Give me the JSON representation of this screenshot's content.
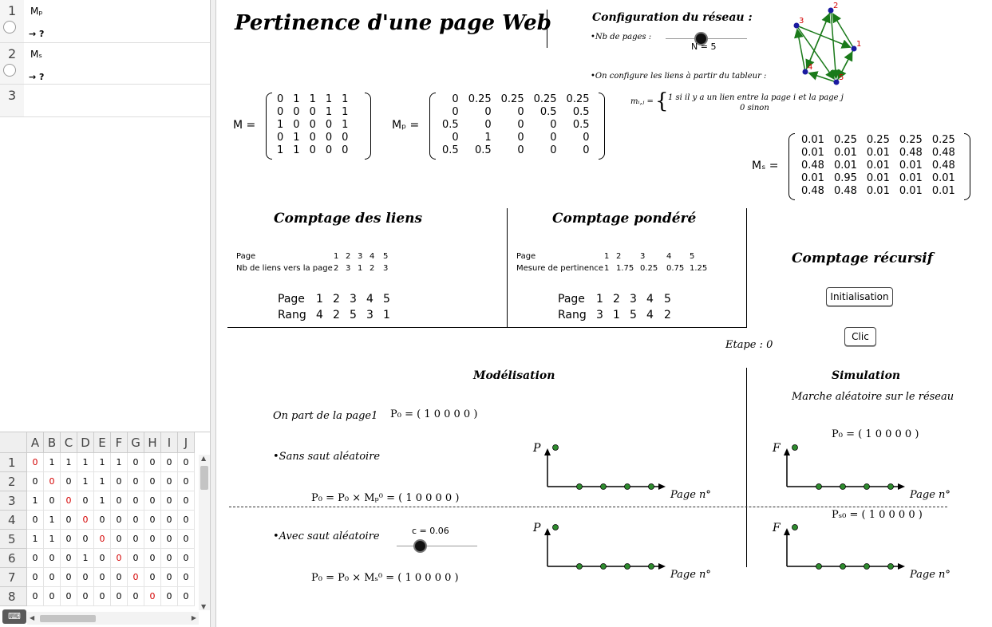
{
  "algebra": {
    "rows": [
      {
        "num": "1",
        "name": "Mₚ",
        "value": "→ ?"
      },
      {
        "num": "2",
        "name": "Mₛ",
        "value": "→ ?"
      },
      {
        "num": "3",
        "name": "",
        "value": ""
      }
    ]
  },
  "spreadsheet": {
    "columns": [
      "A",
      "B",
      "C",
      "D",
      "E",
      "F",
      "G",
      "H",
      "I",
      "J"
    ],
    "rows": [
      {
        "num": "1",
        "cells": [
          "0",
          "1",
          "1",
          "1",
          "1",
          "1",
          "0",
          "0",
          "0",
          "0"
        ],
        "red": [
          0
        ]
      },
      {
        "num": "2",
        "cells": [
          "0",
          "0",
          "0",
          "1",
          "1",
          "0",
          "0",
          "0",
          "0",
          "0"
        ],
        "red": [
          1
        ]
      },
      {
        "num": "3",
        "cells": [
          "1",
          "0",
          "0",
          "0",
          "1",
          "0",
          "0",
          "0",
          "0",
          "0"
        ],
        "red": [
          2
        ]
      },
      {
        "num": "4",
        "cells": [
          "0",
          "1",
          "0",
          "0",
          "0",
          "0",
          "0",
          "0",
          "0",
          "0"
        ],
        "red": [
          3
        ]
      },
      {
        "num": "5",
        "cells": [
          "1",
          "1",
          "0",
          "0",
          "0",
          "0",
          "0",
          "0",
          "0",
          "0"
        ],
        "red": [
          4
        ]
      },
      {
        "num": "6",
        "cells": [
          "0",
          "0",
          "0",
          "1",
          "0",
          "0",
          "0",
          "0",
          "0",
          "0"
        ],
        "red": [
          5
        ]
      },
      {
        "num": "7",
        "cells": [
          "0",
          "0",
          "0",
          "0",
          "0",
          "0",
          "0",
          "0",
          "0",
          "0"
        ],
        "red": [
          6
        ]
      },
      {
        "num": "8",
        "cells": [
          "0",
          "0",
          "0",
          "0",
          "0",
          "0",
          "0",
          "0",
          "0",
          "0"
        ],
        "red": [
          7
        ]
      }
    ]
  },
  "title": "Pertinence d'une page Web",
  "config": {
    "heading": "Configuration du réseau :",
    "nb_pages_label": "•Nb de pages :",
    "slider_n_label": "N = 5",
    "links_label": "•On configure les liens à partir du tableur :",
    "node_labels": [
      "1",
      "2",
      "3",
      "4",
      "5"
    ]
  },
  "rule": {
    "lhs": "mᵢ,ⱼ =",
    "line1": "1 si il y a un lien entre la page i et la page j",
    "line2": "0 sinon"
  },
  "matrix_M": {
    "label": "M =",
    "rows": [
      [
        "0",
        "1",
        "1",
        "1",
        "1"
      ],
      [
        "0",
        "0",
        "0",
        "1",
        "1"
      ],
      [
        "1",
        "0",
        "0",
        "0",
        "1"
      ],
      [
        "0",
        "1",
        "0",
        "0",
        "0"
      ],
      [
        "1",
        "1",
        "0",
        "0",
        "0"
      ]
    ]
  },
  "matrix_Mp": {
    "label": "Mₚ =",
    "rows": [
      [
        "0",
        "0.25",
        "0.25",
        "0.25",
        "0.25"
      ],
      [
        "0",
        "0",
        "0",
        "0.5",
        "0.5"
      ],
      [
        "0.5",
        "0",
        "0",
        "0",
        "0.5"
      ],
      [
        "0",
        "1",
        "0",
        "0",
        "0"
      ],
      [
        "0.5",
        "0.5",
        "0",
        "0",
        "0"
      ]
    ]
  },
  "matrix_Ms": {
    "label": "Mₛ =",
    "rows": [
      [
        "0.01",
        "0.25",
        "0.25",
        "0.25",
        "0.25"
      ],
      [
        "0.01",
        "0.01",
        "0.01",
        "0.48",
        "0.48"
      ],
      [
        "0.48",
        "0.01",
        "0.01",
        "0.01",
        "0.48"
      ],
      [
        "0.01",
        "0.95",
        "0.01",
        "0.01",
        "0.01"
      ],
      [
        "0.48",
        "0.48",
        "0.01",
        "0.01",
        "0.01"
      ]
    ]
  },
  "comptage_liens": {
    "heading": "Comptage des liens",
    "row1_label": "Page",
    "row1_values": [
      "1",
      "2",
      "3",
      "4",
      "5"
    ],
    "row2_label": "Nb de liens vers la page",
    "row2_values": [
      "2",
      "3",
      "1",
      "2",
      "3"
    ],
    "rank_page_label": "Page",
    "rank_page_values": [
      "1",
      "2",
      "3",
      "4",
      "5"
    ],
    "rank_label": "Rang",
    "rank_values": [
      "4",
      "2",
      "5",
      "3",
      "1"
    ]
  },
  "comptage_pondere": {
    "heading": "Comptage pondéré",
    "row1_label": "Page",
    "row1_values": [
      "1",
      "2",
      "3",
      "4",
      "5"
    ],
    "row2_label": "Mesure de pertinence",
    "row2_values": [
      "1",
      "1.75",
      "0.25",
      "0.75",
      "1.25"
    ],
    "rank_page_label": "Page",
    "rank_page_values": [
      "1",
      "2",
      "3",
      "4",
      "5"
    ],
    "rank_label": "Rang",
    "rank_values": [
      "3",
      "1",
      "5",
      "4",
      "2"
    ]
  },
  "comptage_recursif": {
    "heading": "Comptage récursif",
    "init_button": "Initialisation",
    "clic_button": "Clic",
    "etape": "Etape : 0"
  },
  "modelisation": {
    "heading": "Modélisation",
    "start": "On part de la page1",
    "p0": "P₀ = ( 1   0   0   0   0 )",
    "sans_saut": "•Sans saut aléatoire",
    "formula_p": "P₀ = P₀ × Mₚ⁰ = ( 1   0   0   0   0 )",
    "avec_saut": "•Avec saut aléatoire",
    "slider_c_label": "c = 0.06",
    "formula_s": "P₀ = P₀ × Mₛ⁰ = ( 1   0   0   0   0 )",
    "axis_y": "P",
    "axis_x": "Page n°",
    "bar_values": [
      1,
      0,
      0,
      0,
      0
    ]
  },
  "simulation": {
    "heading": "Simulation",
    "subtitle": "Marche aléatoire sur le réseau",
    "p0": "P₀ = ( 1   0   0   0   0 )",
    "ps0": "Pₛ₀ = ( 1   0   0   0   0 )",
    "axis_y": "F",
    "axis_x": "Page n°",
    "bar_values": [
      1,
      0,
      0,
      0,
      0
    ]
  },
  "colors": {
    "accent_green": "#1a7a1a",
    "node_blue": "#1a1aa0",
    "red": "#d40000",
    "point": "#2e8b2e"
  }
}
